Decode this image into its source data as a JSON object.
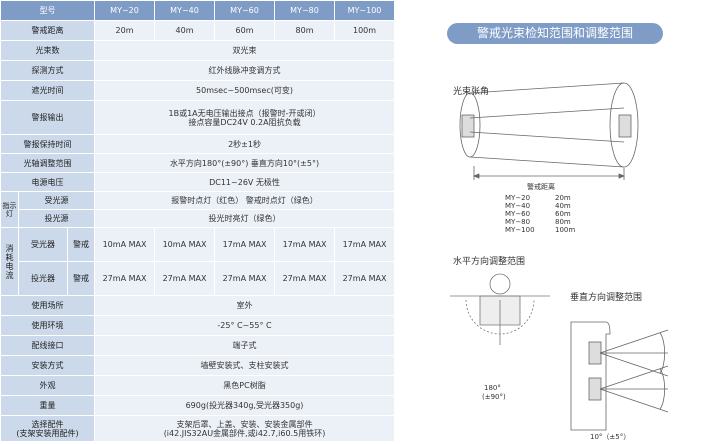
{
  "table": {
    "header": [
      "型号",
      "MY−20",
      "MY−40",
      "MY−60",
      "MY−80",
      "MY−100"
    ],
    "distance": {
      "label": "警戒距离",
      "values": [
        "20m",
        "40m",
        "60m",
        "80m",
        "100m"
      ]
    },
    "beam_count": {
      "label": "光束数",
      "value": "双光束"
    },
    "detect_method": {
      "label": "探测方式",
      "value": "红外线脉冲变调方式"
    },
    "block_time": {
      "label": "遮光时间",
      "value": "50msec~500msec(可变)"
    },
    "alarm_output": {
      "label": "警报输出",
      "value1": "1B或1A无电压输出接点（报警时-开或闭）",
      "value2": "接点容量DC24V 0.2A阻抗负载"
    },
    "alarm_hold": {
      "label": "警报保持时间",
      "value": "2秒±1秒"
    },
    "axis_range": {
      "label": "光轴调整范围",
      "value": "水平方向180°(±90°) 垂直方向10°(±5°)"
    },
    "power_voltage": {
      "label": "电源电压",
      "value": "DC11~26V 无极性"
    },
    "indicator": {
      "label": "指示灯",
      "receiver": {
        "label": "受光源",
        "value": "报警时点灯（红色） 警戒时点灯（绿色）"
      },
      "emitter": {
        "label": "投光源",
        "value": "投光时亮灯（绿色）"
      }
    },
    "consumption": {
      "label": "消耗电流",
      "receiver": {
        "label": "受光器",
        "mode": "警戒",
        "values": [
          "10mA MAX",
          "10mA MAX",
          "17mA MAX",
          "17mA MAX",
          "17mA MAX"
        ]
      },
      "emitter": {
        "label": "投光器",
        "mode": "警戒",
        "values": [
          "27mA MAX",
          "27mA MAX",
          "27mA MAX",
          "27mA MAX",
          "27mA MAX"
        ]
      }
    },
    "use_place": {
      "label": "使用场所",
      "value": "室外"
    },
    "environment": {
      "label": "使用环境",
      "value": "-25° C~55° C"
    },
    "wiring": {
      "label": "配线接口",
      "value": "端子式"
    },
    "mounting": {
      "label": "安装方式",
      "value": "墙壁安装式、支柱安装式"
    },
    "appearance": {
      "label": "外观",
      "value": "黑色PC树脂"
    },
    "weight": {
      "label": "重量",
      "value": "690g(投光器340g,受光器350g)"
    },
    "options": {
      "label1": "选择配件",
      "label2": "(支架安装用配件)",
      "value1": "支架后罩、上盖、安装、安装金属部件",
      "value2": "(i42.JIS32AU金属部件,或i42.7,i60.5用铁环)"
    }
  },
  "right": {
    "banner": "警戒光束检知范围和调整范围",
    "beam_angle_label": "光束张角",
    "distance_label": "警戒距离",
    "distance_list": [
      {
        "model": "MY−20",
        "dist": "20m"
      },
      {
        "model": "MY−40",
        "dist": "40m"
      },
      {
        "model": "MY−60",
        "dist": "60m"
      },
      {
        "model": "MY−80",
        "dist": "80m"
      },
      {
        "model": "MY−100",
        "dist": "100m"
      }
    ],
    "horizontal_title": "水平方向调整范围",
    "horizontal_angle": "180°",
    "horizontal_pm": "(±90°)",
    "vertical_title": "垂直方向调整范围",
    "vertical_angle": "10°（±5°）"
  },
  "colors": {
    "header": "#7f9cc7",
    "label_cell": "#cbd9ea",
    "value_cell": "#ecf0f7"
  }
}
